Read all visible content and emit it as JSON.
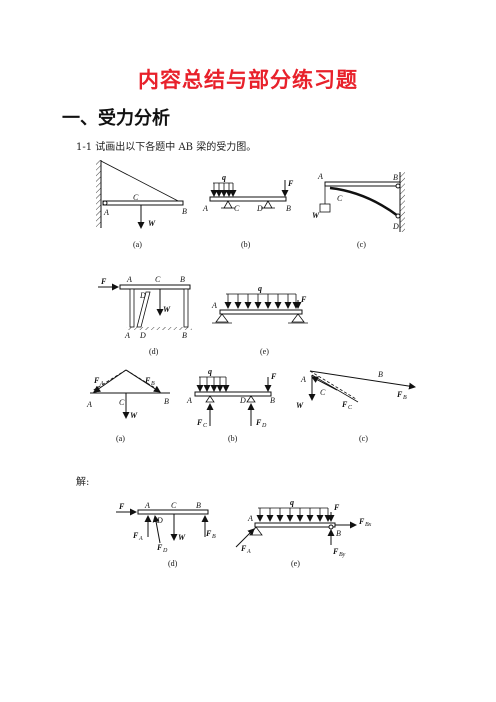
{
  "heading": "内容总结与部分练习题",
  "section": "一、受力分析",
  "question": "1-1 试画出以下各题中 AB 梁的受力图。",
  "solution_label": "解:",
  "captions": {
    "a": "(a)",
    "b": "(b)",
    "c": "(c)",
    "d": "(d)",
    "e": "(e)"
  },
  "labels": {
    "A": "A",
    "B": "B",
    "C": "C",
    "D": "D",
    "W": "W",
    "F": "F",
    "q": "q",
    "FA": "F",
    "FA_sub": "A",
    "FB": "F",
    "FB_sub": "B",
    "FC": "F",
    "FC_sub": "C",
    "FD": "F",
    "FD_sub": "D",
    "FBx": "F",
    "FBx_sub": "Bx",
    "FBy": "F",
    "FBy_sub": "By"
  }
}
